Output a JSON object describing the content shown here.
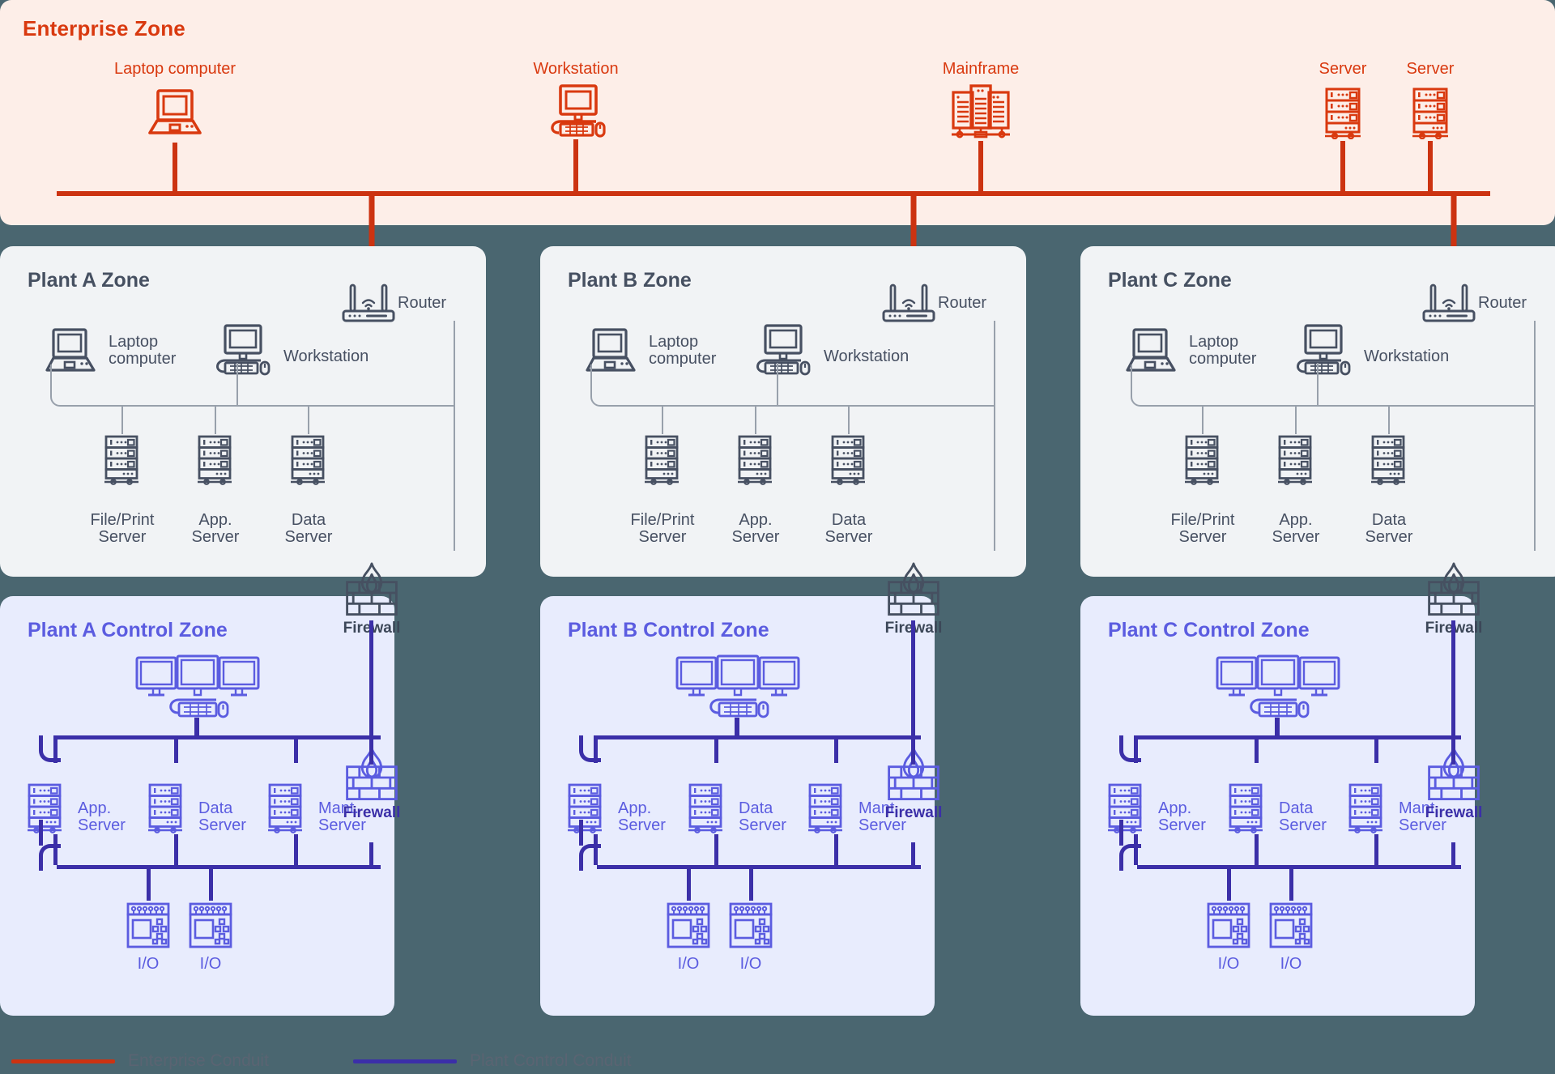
{
  "colors": {
    "enterprise_accent": "#d9390f",
    "enterprise_conduit": "#cc3311",
    "enterprise_bg": "#fdeee8",
    "plant_title": "#465061",
    "plant_bg": "#f1f3f5",
    "control_title": "#5b5ce0",
    "control_bg": "#e8ecfd",
    "control_conduit": "#3b2fa8",
    "page_bg": "#4a6670"
  },
  "enterprise": {
    "title": "Enterprise Zone",
    "nodes": [
      {
        "label": "Laptop computer",
        "icon": "laptop-icon"
      },
      {
        "label": "Workstation",
        "icon": "workstation-icon"
      },
      {
        "label": "Mainframe",
        "icon": "mainframe-icon"
      },
      {
        "label": "Server",
        "icon": "server-icon"
      },
      {
        "label": "Server",
        "icon": "server-icon"
      }
    ]
  },
  "plant_zones": [
    {
      "title": "Plant A Zone",
      "router": {
        "label": "Router",
        "icon": "router-icon"
      },
      "clients": [
        {
          "label": "Laptop\ncomputer",
          "icon": "laptop-icon"
        },
        {
          "label": "Workstation",
          "icon": "workstation-icon"
        }
      ],
      "servers": [
        {
          "label": "File/Print\nServer",
          "icon": "server-icon"
        },
        {
          "label": "App.\nServer",
          "icon": "server-icon"
        },
        {
          "label": "Data\nServer",
          "icon": "server-icon"
        }
      ],
      "firewall": {
        "label": "Firewall",
        "icon": "firewall-icon"
      }
    },
    {
      "title": "Plant B Zone",
      "router": {
        "label": "Router",
        "icon": "router-icon"
      },
      "clients": [
        {
          "label": "Laptop\ncomputer",
          "icon": "laptop-icon"
        },
        {
          "label": "Workstation",
          "icon": "workstation-icon"
        }
      ],
      "servers": [
        {
          "label": "File/Print\nServer",
          "icon": "server-icon"
        },
        {
          "label": "App.\nServer",
          "icon": "server-icon"
        },
        {
          "label": "Data\nServer",
          "icon": "server-icon"
        }
      ],
      "firewall": {
        "label": "Firewall",
        "icon": "firewall-icon"
      }
    },
    {
      "title": "Plant C Zone",
      "router": {
        "label": "Router",
        "icon": "router-icon"
      },
      "clients": [
        {
          "label": "Laptop\ncomputer",
          "icon": "laptop-icon"
        },
        {
          "label": "Workstation",
          "icon": "workstation-icon"
        }
      ],
      "servers": [
        {
          "label": "File/Print\nServer",
          "icon": "server-icon"
        },
        {
          "label": "App.\nServer",
          "icon": "server-icon"
        },
        {
          "label": "Data\nServer",
          "icon": "server-icon"
        }
      ],
      "firewall": {
        "label": "Firewall",
        "icon": "firewall-icon"
      }
    }
  ],
  "control_zones": [
    {
      "title": "Plant A Control Zone",
      "hmi": {
        "icon": "multi-monitor-workstation-icon"
      },
      "servers": [
        {
          "label": "App.\nServer",
          "icon": "server-icon"
        },
        {
          "label": "Data\nServer",
          "icon": "server-icon"
        },
        {
          "label": "Mant.\nServer",
          "icon": "server-icon"
        }
      ],
      "io": [
        {
          "label": "I/O",
          "icon": "io-module-icon"
        },
        {
          "label": "I/O",
          "icon": "io-module-icon"
        }
      ],
      "firewall": {
        "label": "Firewall",
        "icon": "firewall-icon"
      }
    },
    {
      "title": "Plant B Control Zone",
      "hmi": {
        "icon": "multi-monitor-workstation-icon"
      },
      "servers": [
        {
          "label": "App.\nServer",
          "icon": "server-icon"
        },
        {
          "label": "Data\nServer",
          "icon": "server-icon"
        },
        {
          "label": "Mant.\nServer",
          "icon": "server-icon"
        }
      ],
      "io": [
        {
          "label": "I/O",
          "icon": "io-module-icon"
        },
        {
          "label": "I/O",
          "icon": "io-module-icon"
        }
      ],
      "firewall": {
        "label": "Firewall",
        "icon": "firewall-icon"
      }
    },
    {
      "title": "Plant C Control Zone",
      "hmi": {
        "icon": "multi-monitor-workstation-icon"
      },
      "servers": [
        {
          "label": "App.\nServer",
          "icon": "server-icon"
        },
        {
          "label": "Data\nServer",
          "icon": "server-icon"
        },
        {
          "label": "Mant.\nServer",
          "icon": "server-icon"
        }
      ],
      "io": [
        {
          "label": "I/O",
          "icon": "io-module-icon"
        },
        {
          "label": "I/O",
          "icon": "io-module-icon"
        }
      ],
      "firewall": {
        "label": "Firewall",
        "icon": "firewall-icon"
      }
    }
  ],
  "legend": [
    {
      "label": "Enterprise Conduit",
      "color": "#cc3311"
    },
    {
      "label": "Plant Control Conduit",
      "color": "#3b2fa8"
    }
  ]
}
